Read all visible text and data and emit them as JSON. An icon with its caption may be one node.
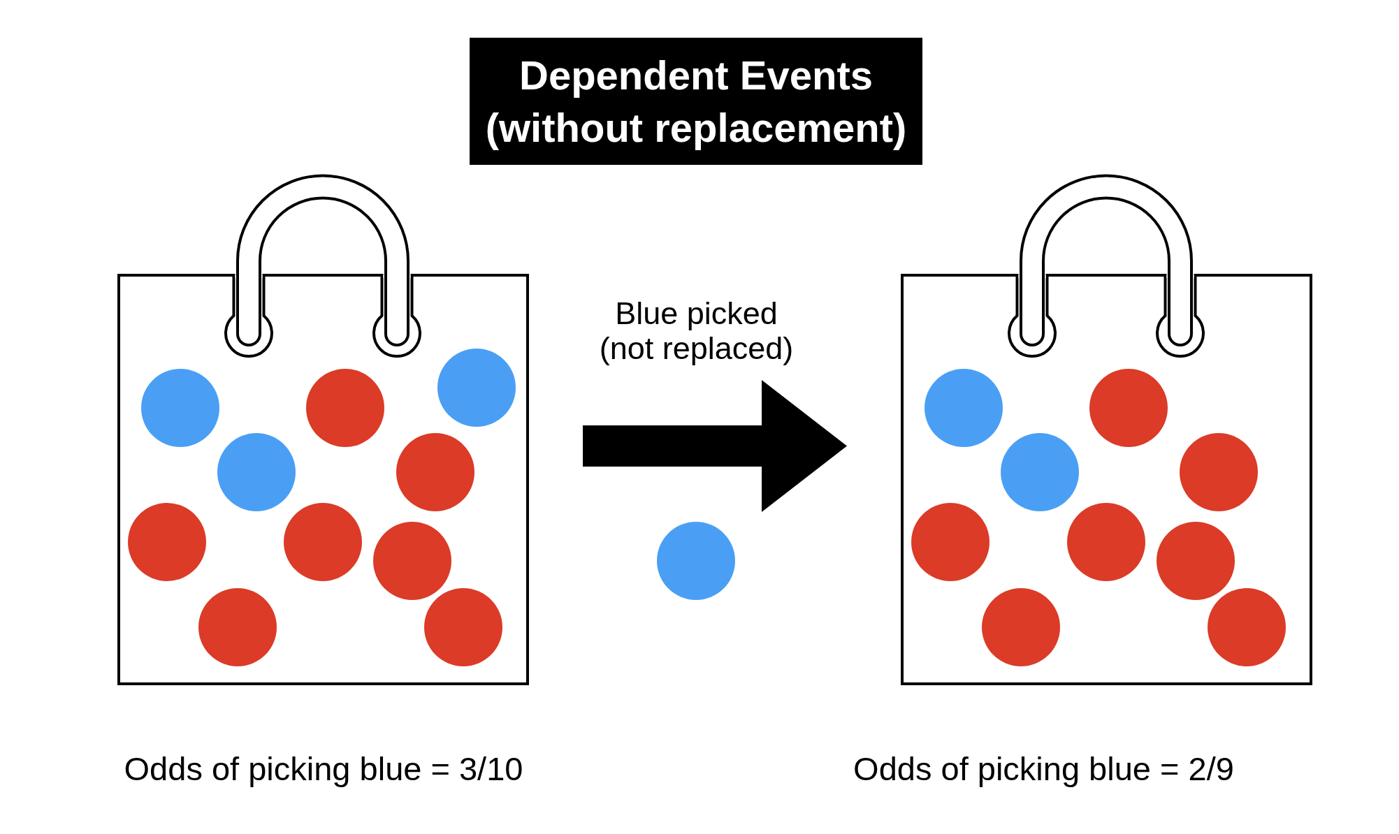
{
  "diagram": {
    "title": "Dependent Events (without replacement)",
    "nodes": [
      {
        "text": [],
        "shape": "picture",
        "beside": [
          "Odds of picking blue = 3/10"
        ]
      },
      {
        "text": [],
        "shape": "picture",
        "beside": [
          "Odds of picking blue = 2/9"
        ]
      }
    ],
    "edges": [
      {
        "from": 0,
        "to": 1,
        "arrow": "to",
        "label": "Blue picked (not replaced)"
      }
    ]
  }
}
